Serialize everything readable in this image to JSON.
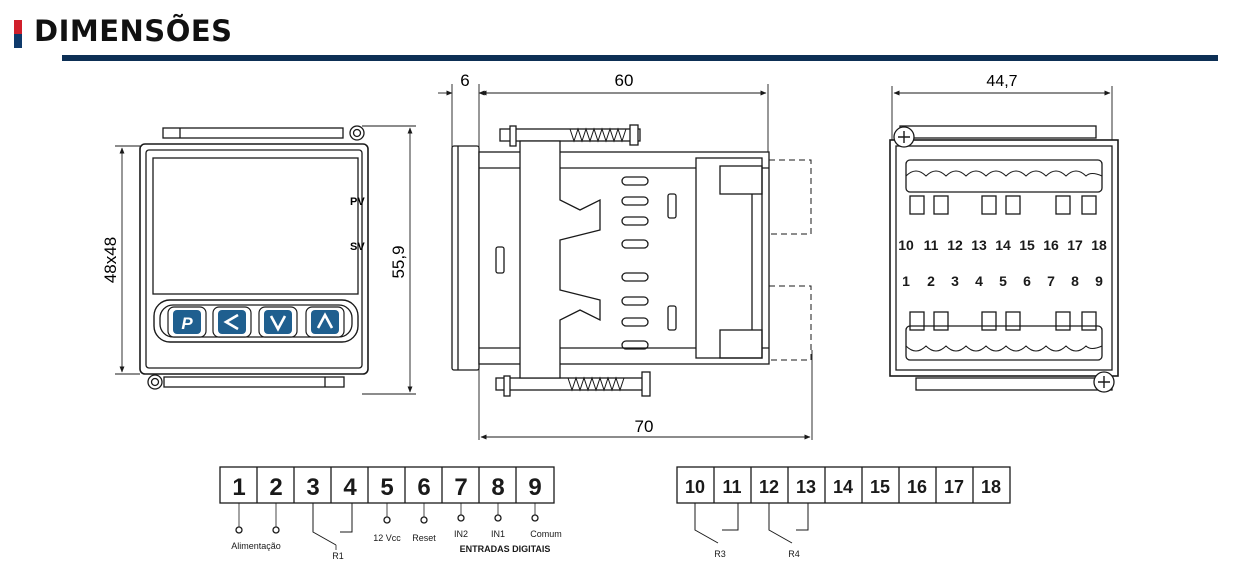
{
  "header": {
    "title": "DIMENSÕES",
    "colors": {
      "accent_red": "#d01f2b",
      "accent_blue": "#0f3a6b",
      "rule": "#0d2f55",
      "key_blue": "#1f5f8f"
    }
  },
  "front_view": {
    "indicators": [
      "PV",
      "SV"
    ],
    "keys": [
      {
        "icon": "p-key-icon",
        "glyph": "P"
      },
      {
        "icon": "left-arrow-icon",
        "glyph": "◀"
      },
      {
        "icon": "down-arrow-icon",
        "glyph": "▼"
      },
      {
        "icon": "up-arrow-icon",
        "glyph": "▲"
      }
    ],
    "dim_width_height": "48x48",
    "dim_total_height": "55,9"
  },
  "side_view": {
    "dim_bezel": "6",
    "dim_body": "60",
    "dim_total": "70"
  },
  "rear_view": {
    "dim_width": "44,7",
    "top_row": [
      "10",
      "11",
      "12",
      "13",
      "14",
      "15",
      "16",
      "17",
      "18"
    ],
    "bottom_row": [
      "1",
      "2",
      "3",
      "4",
      "5",
      "6",
      "7",
      "8",
      "9"
    ]
  },
  "terminals_left": {
    "numbers": [
      "1",
      "2",
      "3",
      "4",
      "5",
      "6",
      "7",
      "8",
      "9"
    ],
    "labels": {
      "alimentacao": "Alimentação",
      "r1": "R1",
      "v12": "12 Vcc",
      "reset": "Reset",
      "in2": "IN2",
      "in1": "IN1",
      "comum": "Comum",
      "entradas": "ENTRADAS DIGITAIS"
    }
  },
  "terminals_right": {
    "numbers": [
      "10",
      "11",
      "12",
      "13",
      "14",
      "15",
      "16",
      "17",
      "18"
    ],
    "labels": {
      "r3": "R3",
      "r4": "R4"
    }
  }
}
